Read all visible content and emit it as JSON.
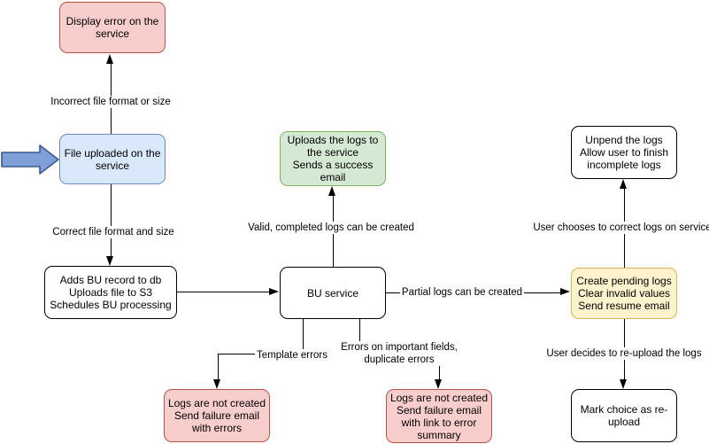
{
  "diagram": {
    "type": "flowchart",
    "colors": {
      "pink_fill": "#f8cecc",
      "pink_stroke": "#b85450",
      "blue_fill": "#dae8fc",
      "blue_stroke": "#6c8ebf",
      "green_fill": "#d5e8d4",
      "green_stroke": "#82b366",
      "yellow_fill": "#fff2cc",
      "yellow_stroke": "#d6b656",
      "white_fill": "#ffffff",
      "line_color": "#000000",
      "pointer_fill": "#7e9fd8",
      "pointer_stroke": "#3a5a8c"
    },
    "pointer_icon": "blue-entry-arrow",
    "nodes": {
      "display_error": {
        "label": "Display error on the\nservice",
        "color": "pink"
      },
      "file_uploaded": {
        "label": "File uploaded on the\nservice",
        "color": "blue"
      },
      "adds_bu_record": {
        "label": "Adds BU record to db\nUploads file to S3\nSchedules BU processing",
        "color": "white"
      },
      "uploads_logs": {
        "label": "Uploads the logs to\nthe service\nSends a success\nemail",
        "color": "green"
      },
      "bu_service": {
        "label": "BU service",
        "color": "white"
      },
      "unpend_logs": {
        "label": "Unpend the logs\nAllow user to finish\nincomplete logs",
        "color": "white"
      },
      "create_pending": {
        "label": "Create pending logs\nClear invalid values\nSend resume email",
        "color": "yellow"
      },
      "logs_not_created_template": {
        "label": "Logs are not created\nSend failure email\nwith errors",
        "color": "pink"
      },
      "logs_not_created_fields": {
        "label": "Logs are not created\nSend failure email\nwith link to error\nsummary",
        "color": "pink"
      },
      "mark_reupload": {
        "label": "Mark choice as re-\nupload",
        "color": "white"
      }
    },
    "edges": [
      {
        "from": "file_uploaded",
        "to": "display_error",
        "label": "Incorrect file format or size"
      },
      {
        "from": "file_uploaded",
        "to": "adds_bu_record",
        "label": "Correct file format and size"
      },
      {
        "from": "adds_bu_record",
        "to": "bu_service",
        "label": ""
      },
      {
        "from": "bu_service",
        "to": "uploads_logs",
        "label": "Valid, completed logs can be created"
      },
      {
        "from": "bu_service",
        "to": "create_pending",
        "label": "Partial logs can be created"
      },
      {
        "from": "bu_service",
        "to": "logs_not_created_template",
        "label": "Template errors"
      },
      {
        "from": "bu_service",
        "to": "logs_not_created_fields",
        "label": "Errors on important fields,\nduplicate errors"
      },
      {
        "from": "create_pending",
        "to": "unpend_logs",
        "label": "User chooses to correct logs on service"
      },
      {
        "from": "create_pending",
        "to": "mark_reupload",
        "label": "User decides to re-upload the logs"
      }
    ]
  }
}
